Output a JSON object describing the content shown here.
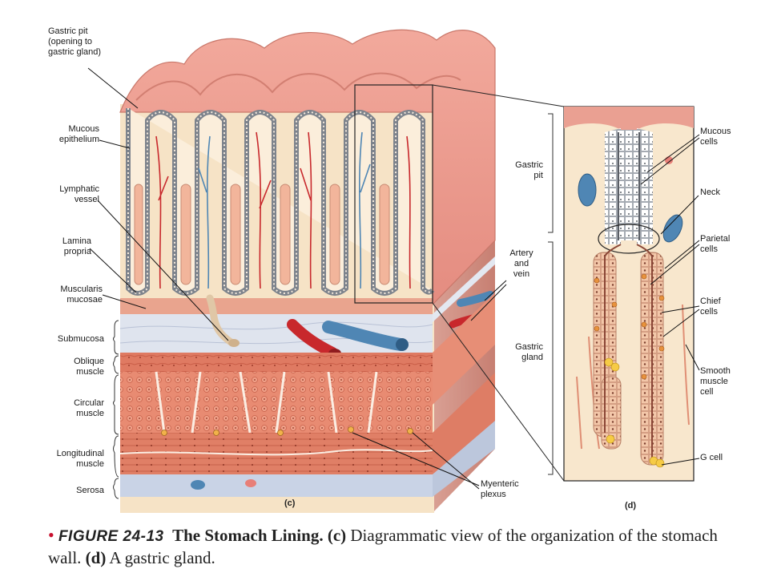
{
  "labels_left": {
    "gastric_pit": "Gastric pit\n(opening to\ngastric gland)",
    "mucous_epithelium": "Mucous\nepithelium",
    "lymphatic_vessel": "Lymphatic\nvessel",
    "lamina_propria": "Lamina\npropria",
    "muscularis_mucosae": "Muscularis\nmucosae",
    "submucosa": "Submucosa",
    "oblique_muscle": "Oblique\nmuscle",
    "circular_muscle": "Circular\nmuscle",
    "longitudinal_muscle": "Longitudinal\nmuscle",
    "serosa": "Serosa"
  },
  "labels_middle": {
    "artery_vein": "Artery\nand\nvein",
    "myenteric_plexus": "Myenteric\nplexus",
    "gastric_pit": "Gastric\npit",
    "gastric_gland": "Gastric\ngland"
  },
  "labels_right": {
    "mucous_cells": "Mucous\ncells",
    "neck": "Neck",
    "parietal_cells": "Parietal\ncells",
    "chief_cells": "Chief\ncells",
    "smooth_muscle_cell": "Smooth\nmuscle\ncell",
    "g_cell": "G cell"
  },
  "panels": {
    "c": "(c)",
    "d": "(d)"
  },
  "caption": {
    "bullet": "•",
    "figure": "FIGURE 24-13",
    "title": "The Stomach Lining.",
    "part_c_tag": "(c)",
    "part_c_text": "Diagrammatic view of the organization of the stomach wall.",
    "part_d_tag": "(d)",
    "part_d_text": "A gastric gland."
  },
  "colors": {
    "mucosa_pink": "#e8998c",
    "lamina_cream": "#f6e3c6",
    "epithelium_gray": "#8a8f98",
    "muscle_red": "#d9674f",
    "artery_red": "#c8282c",
    "vein_blue": "#4f86b4",
    "lymph_tan": "#e0c7a6",
    "serosa_blue": "#c9d3e6",
    "caption_red": "#c8102e"
  }
}
